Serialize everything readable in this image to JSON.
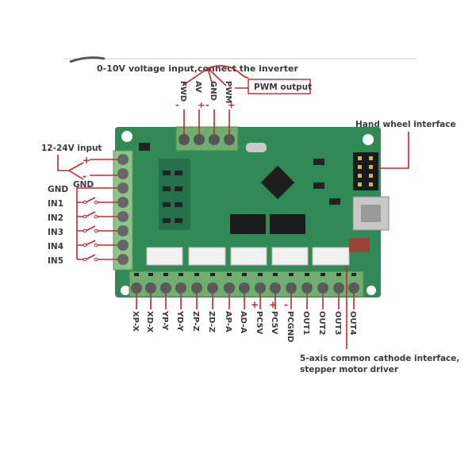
{
  "top_annotation": {
    "title": "0-10V voltage input,connect the inverter",
    "pins": [
      "FWD",
      "AV",
      "GND",
      "PWM"
    ],
    "pin_signs": [
      "-",
      "+",
      "-",
      "+"
    ],
    "pwm_box": "PWM output"
  },
  "right_annotation": {
    "hand_wheel": "Hand wheel interface"
  },
  "left_annotation": {
    "power": "12-24V input",
    "plus": "+",
    "minus": "-",
    "gnd_small": "GND",
    "inputs": [
      "GND",
      "IN1",
      "IN2",
      "IN3",
      "IN4",
      "IN5"
    ]
  },
  "bottom_annotation": {
    "terminals": [
      "XP-X",
      "XD-X",
      "YP-Y",
      "YD-Y",
      "ZP-Z",
      "ZD-Z",
      "AP-A",
      "AD-A",
      "PC5V",
      "PC5V",
      "PCGND",
      "OUT1",
      "OUT2",
      "OUT3",
      "OUT4"
    ],
    "signs": [
      "+",
      "+",
      "-"
    ],
    "caption_line1": "5-axis common cathode interface,",
    "caption_line2": "stepper motor driver"
  },
  "colors": {
    "annotation_red": "#c8262b",
    "pcb_green": "#2f8a55",
    "terminal_green": "#6fae6f"
  }
}
